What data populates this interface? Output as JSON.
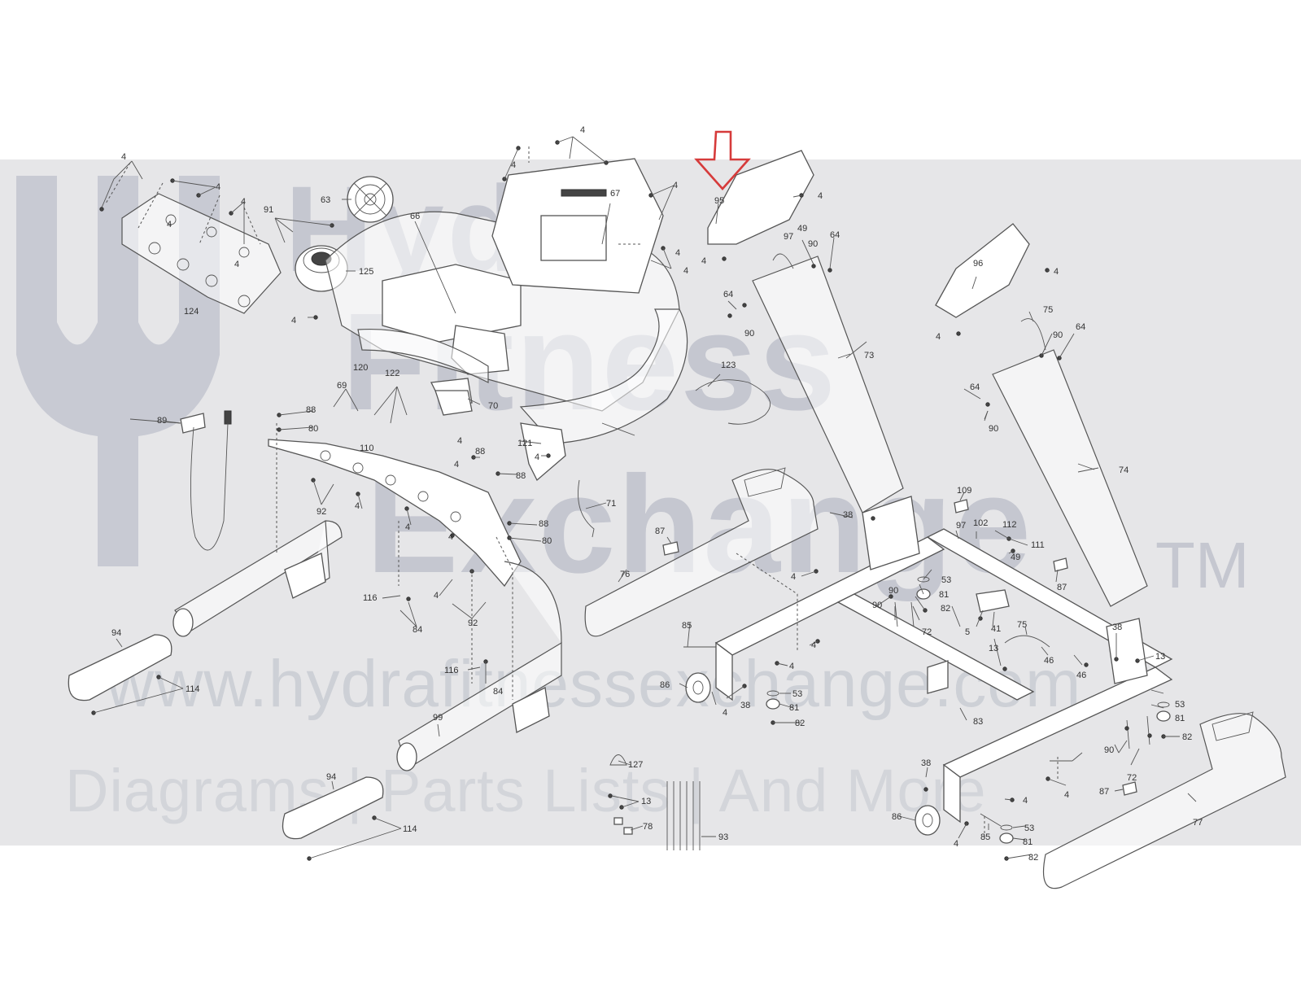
{
  "watermark": {
    "brand_line1": "Hydra",
    "brand_line2": "Fitness",
    "brand_line3": "Exchange",
    "trademark": "TM",
    "url": "www.hydrafitnessexchange.com",
    "tagline": "Diagrams | Parts Lists | And More"
  },
  "highlight": {
    "color": "#d63b3b",
    "target_part": "95"
  },
  "callouts": {
    "p4": "4",
    "p5": "5",
    "p13": "13",
    "p38": "38",
    "p41": "41",
    "p46": "46",
    "p49": "49",
    "p53": "53",
    "p63": "63",
    "p64": "64",
    "p66": "66",
    "p67": "67",
    "p69": "69",
    "p70": "70",
    "p71": "71",
    "p72": "72",
    "p73": "73",
    "p74": "74",
    "p75": "75",
    "p76": "76",
    "p77": "77",
    "p78": "78",
    "p80": "80",
    "p81": "81",
    "p82": "82",
    "p83": "83",
    "p84": "84",
    "p85": "85",
    "p86": "86",
    "p87": "87",
    "p88": "88",
    "p89": "89",
    "p90": "90",
    "p91": "91",
    "p92": "92",
    "p93": "93",
    "p94": "94",
    "p95": "95",
    "p96": "96",
    "p97": "97",
    "p99": "99",
    "p102": "102",
    "p109": "109",
    "p110": "110",
    "p111": "111",
    "p112": "112",
    "p114": "114",
    "p116": "116",
    "p120": "120",
    "p121": "121",
    "p122": "122",
    "p123": "123",
    "p124": "124",
    "p125": "125",
    "p127": "127"
  }
}
